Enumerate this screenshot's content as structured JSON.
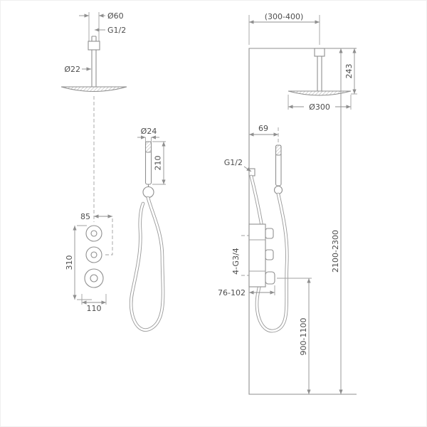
{
  "canvas": {
    "background": "#ffffff",
    "line_color": "#8f8f8f",
    "text_color": "#4d4d4d"
  },
  "front_view": {
    "flange_diameter_label": "Ø60",
    "ceiling_thread_label": "G1/2",
    "pipe_diameter_label": "Ø22",
    "handshower_diameter_label": "Ø24",
    "handshower_length_label": "210",
    "offset_label": "85",
    "valve_span_label": "310",
    "valve_width_label": "110"
  },
  "side_view": {
    "arm_projection_label": "(300-400)",
    "arm_drop_label": "243",
    "head_diameter_label": "Ø300",
    "holder_offset_label": "69",
    "wall_thread_label": "G1/2",
    "valve_connections_label": "4-G3/4",
    "valve_depth_label": "76-102",
    "valve_height_label": "900-1100",
    "room_height_label": "2100-2300"
  }
}
